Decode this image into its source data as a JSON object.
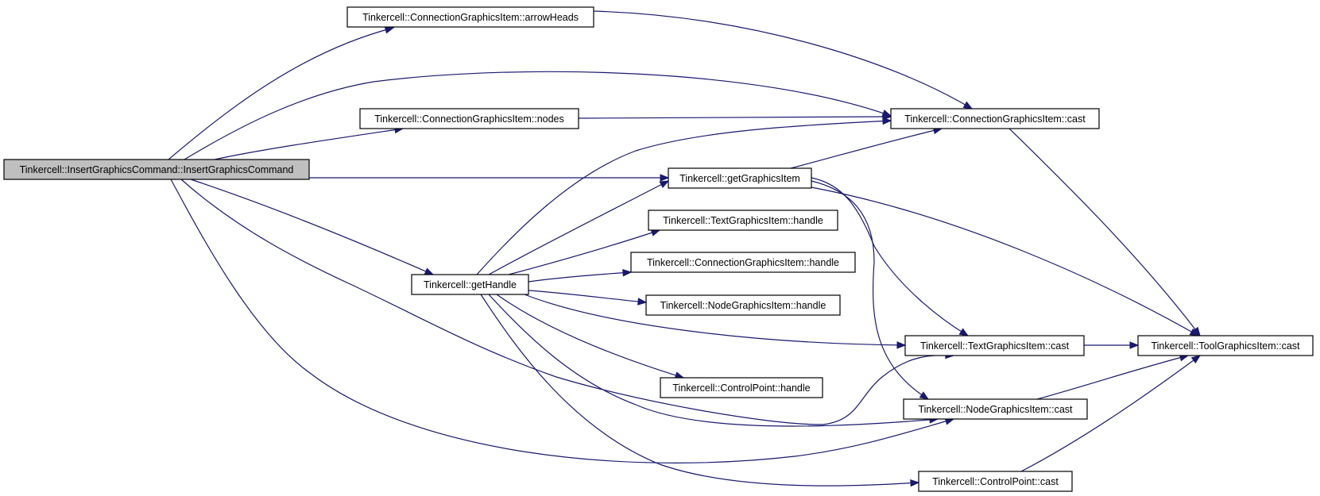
{
  "colors": {
    "edge": "#191970",
    "node_border": "#000000",
    "node_fill": "#ffffff",
    "root_fill": "#bfbfbf"
  },
  "nodes": [
    {
      "id": "root",
      "label": "Tinkercell::InsertGraphicsCommand::InsertGraphicsCommand",
      "root": true
    },
    {
      "id": "arrowHeads",
      "label": "Tinkercell::ConnectionGraphicsItem::arrowHeads"
    },
    {
      "id": "nodes",
      "label": "Tinkercell::ConnectionGraphicsItem::nodes"
    },
    {
      "id": "connCast",
      "label": "Tinkercell::ConnectionGraphicsItem::cast"
    },
    {
      "id": "getGI",
      "label": "Tinkercell::getGraphicsItem"
    },
    {
      "id": "textHandle",
      "label": "Tinkercell::TextGraphicsItem::handle"
    },
    {
      "id": "connHandle",
      "label": "Tinkercell::ConnectionGraphicsItem::handle"
    },
    {
      "id": "nodeHandle",
      "label": "Tinkercell::NodeGraphicsItem::handle"
    },
    {
      "id": "getHandle",
      "label": "Tinkercell::getHandle"
    },
    {
      "id": "textCast",
      "label": "Tinkercell::TextGraphicsItem::cast"
    },
    {
      "id": "toolCast",
      "label": "Tinkercell::ToolGraphicsItem::cast"
    },
    {
      "id": "cpHandle",
      "label": "Tinkercell::ControlPoint::handle"
    },
    {
      "id": "nodeCast",
      "label": "Tinkercell::NodeGraphicsItem::cast"
    },
    {
      "id": "cpCast",
      "label": "Tinkercell::ControlPoint::cast"
    }
  ],
  "edges": [
    {
      "from": "root",
      "to": "arrowHeads"
    },
    {
      "from": "root",
      "to": "connCast"
    },
    {
      "from": "root",
      "to": "nodes"
    },
    {
      "from": "root",
      "to": "getGI"
    },
    {
      "from": "root",
      "to": "getHandle"
    },
    {
      "from": "root",
      "to": "textCast"
    },
    {
      "from": "root",
      "to": "nodeCast"
    },
    {
      "from": "arrowHeads",
      "to": "connCast"
    },
    {
      "from": "nodes",
      "to": "connCast"
    },
    {
      "from": "getGI",
      "to": "connCast"
    },
    {
      "from": "getGI",
      "to": "textCast"
    },
    {
      "from": "getGI",
      "to": "nodeCast"
    },
    {
      "from": "getGI",
      "to": "toolCast"
    },
    {
      "from": "getHandle",
      "to": "connCast"
    },
    {
      "from": "getHandle",
      "to": "getGI"
    },
    {
      "from": "getHandle",
      "to": "textHandle"
    },
    {
      "from": "getHandle",
      "to": "connHandle"
    },
    {
      "from": "getHandle",
      "to": "nodeHandle"
    },
    {
      "from": "getHandle",
      "to": "textCast"
    },
    {
      "from": "getHandle",
      "to": "cpHandle"
    },
    {
      "from": "getHandle",
      "to": "nodeCast"
    },
    {
      "from": "getHandle",
      "to": "cpCast"
    },
    {
      "from": "connCast",
      "to": "toolCast"
    },
    {
      "from": "textCast",
      "to": "toolCast"
    },
    {
      "from": "nodeCast",
      "to": "toolCast"
    },
    {
      "from": "cpCast",
      "to": "toolCast"
    }
  ]
}
